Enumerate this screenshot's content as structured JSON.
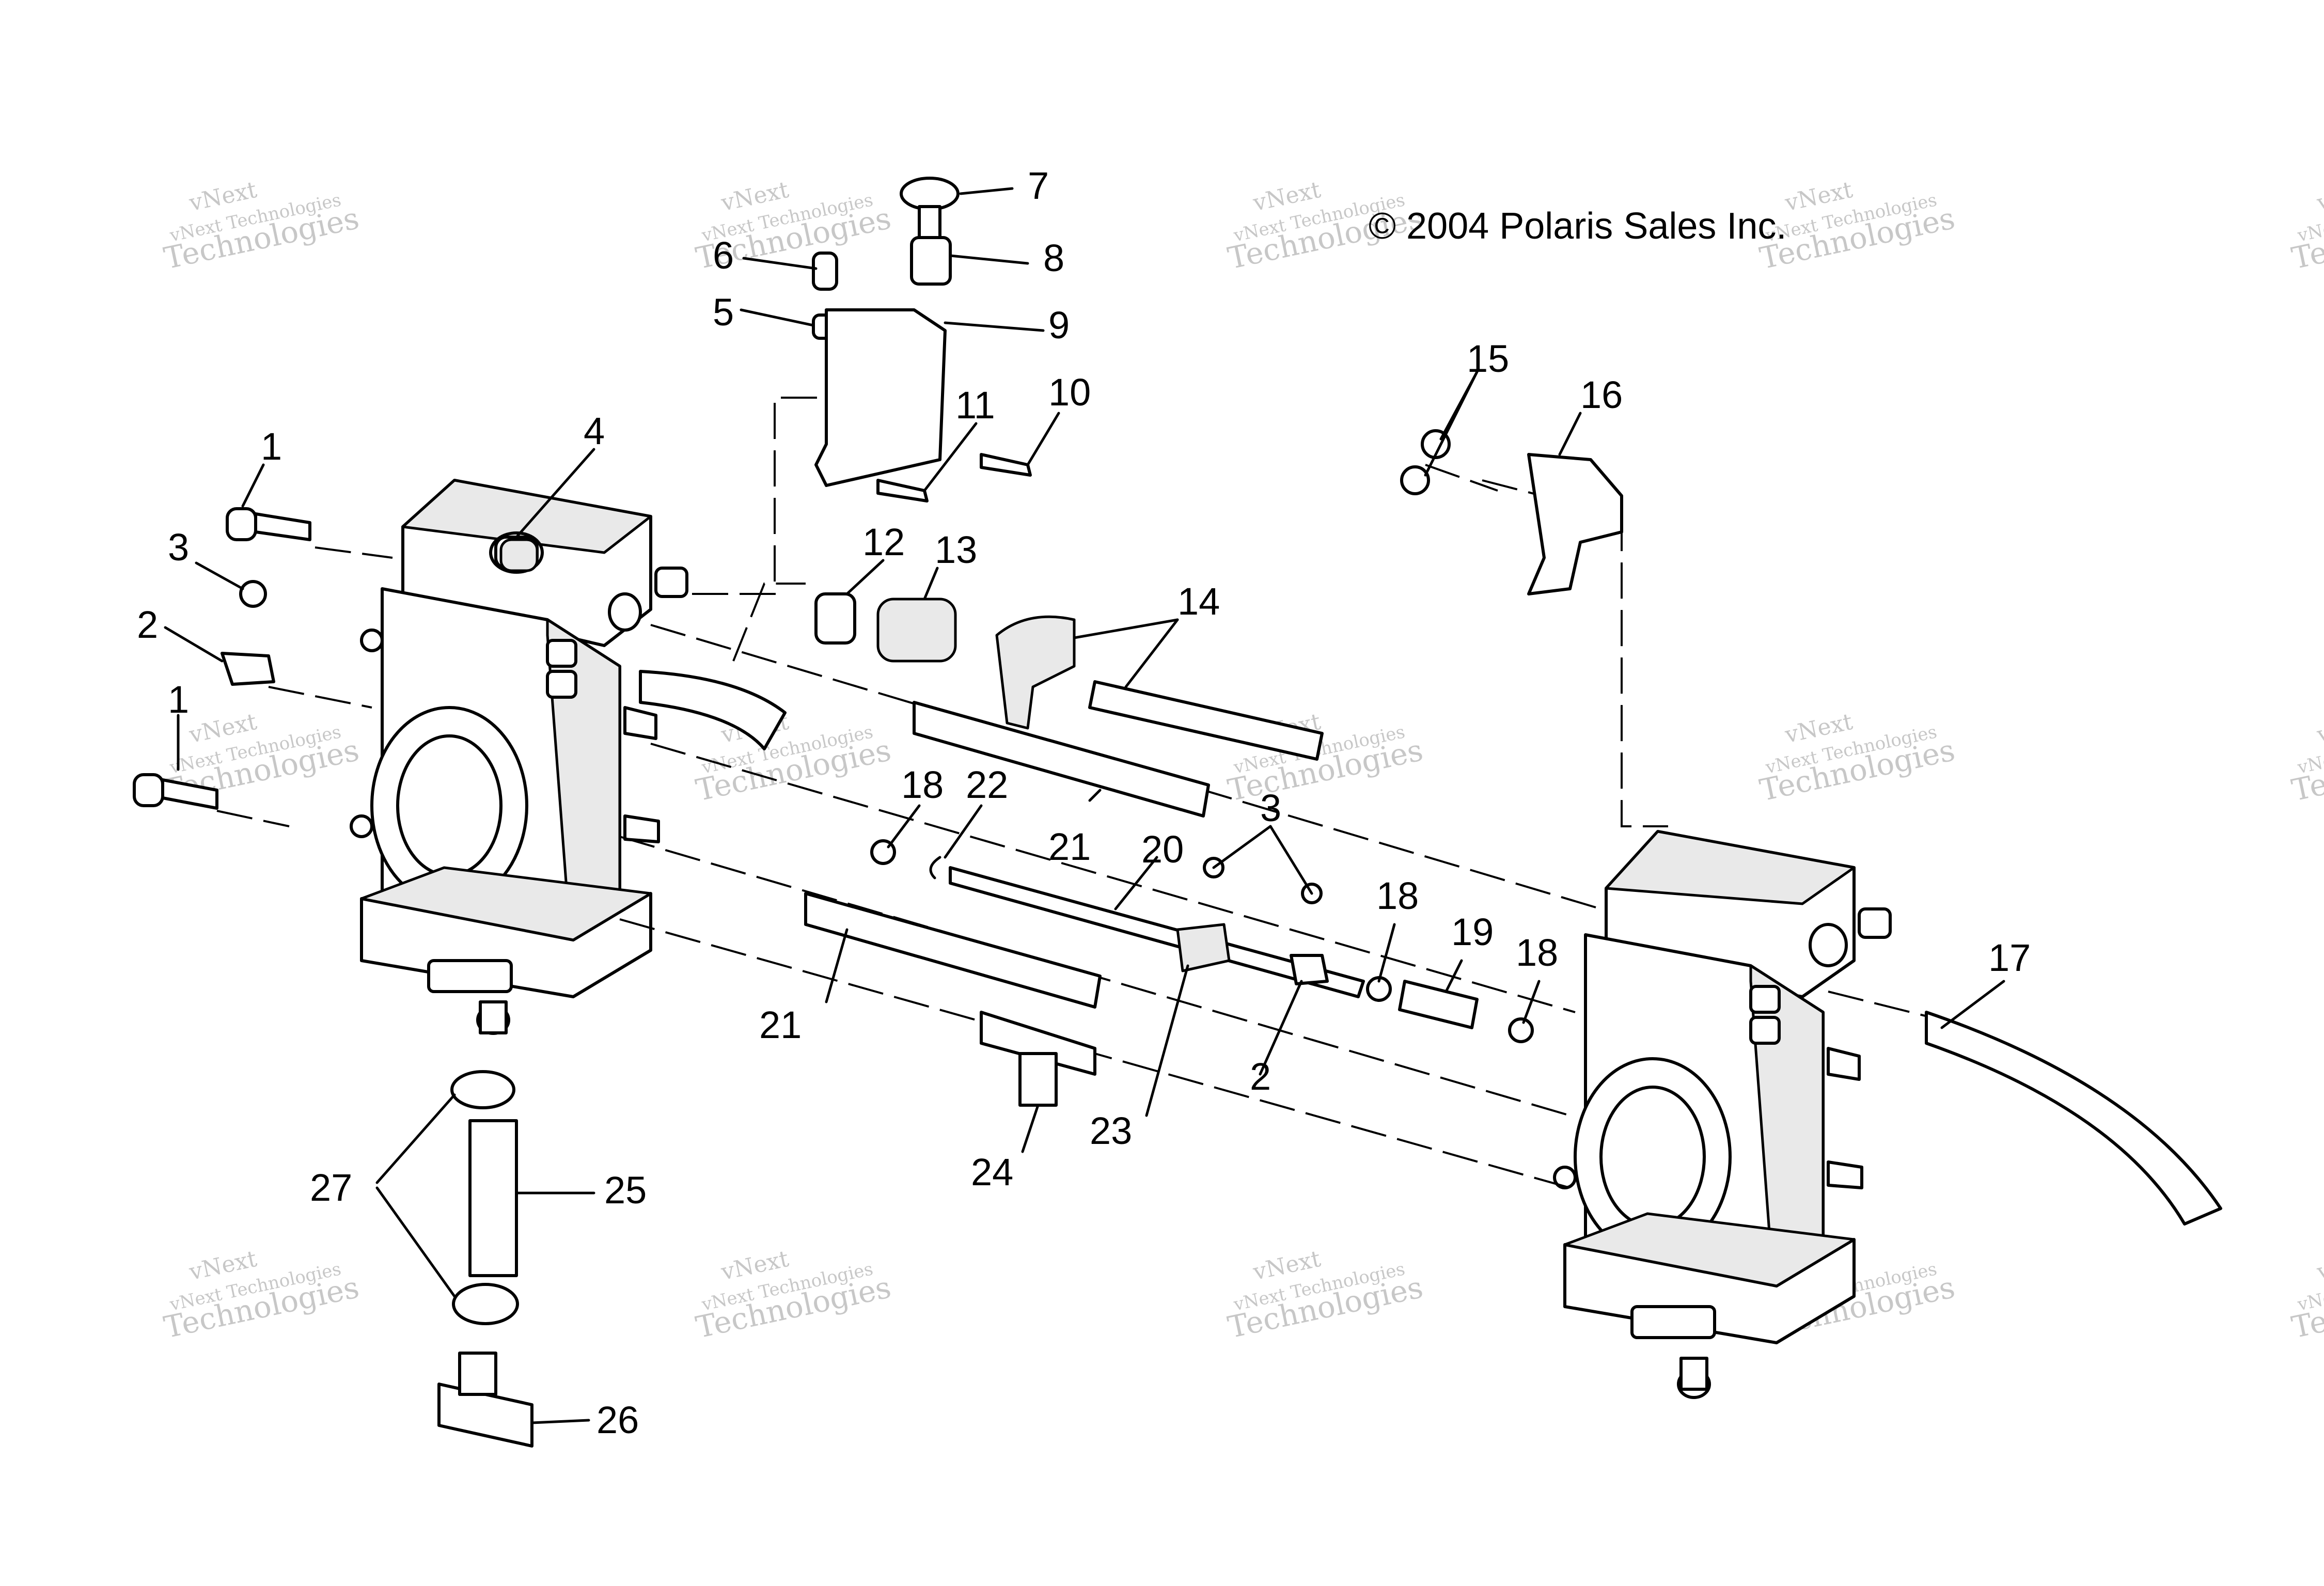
{
  "copyright": "© 2004 Polaris Sales Inc.",
  "watermark": {
    "line1": "vNext",
    "line2": "vNext Technologies",
    "line3": "Technologies",
    "color": "#9a9a9a"
  },
  "callouts": [
    {
      "id": "c1a",
      "label": "1"
    },
    {
      "id": "c1b",
      "label": "1"
    },
    {
      "id": "c2a",
      "label": "2"
    },
    {
      "id": "c2b",
      "label": "2"
    },
    {
      "id": "c3a",
      "label": "3"
    },
    {
      "id": "c3b",
      "label": "3"
    },
    {
      "id": "c4",
      "label": "4"
    },
    {
      "id": "c5",
      "label": "5"
    },
    {
      "id": "c6",
      "label": "6"
    },
    {
      "id": "c7",
      "label": "7"
    },
    {
      "id": "c8",
      "label": "8"
    },
    {
      "id": "c9",
      "label": "9"
    },
    {
      "id": "c10",
      "label": "10"
    },
    {
      "id": "c11",
      "label": "11"
    },
    {
      "id": "c12",
      "label": "12"
    },
    {
      "id": "c13",
      "label": "13"
    },
    {
      "id": "c14",
      "label": "14"
    },
    {
      "id": "c15",
      "label": "15"
    },
    {
      "id": "c16",
      "label": "16"
    },
    {
      "id": "c17",
      "label": "17"
    },
    {
      "id": "c18a",
      "label": "18"
    },
    {
      "id": "c18b",
      "label": "18"
    },
    {
      "id": "c18c",
      "label": "18"
    },
    {
      "id": "c19",
      "label": "19"
    },
    {
      "id": "c20",
      "label": "20"
    },
    {
      "id": "c21a",
      "label": "21"
    },
    {
      "id": "c21b",
      "label": "21"
    },
    {
      "id": "c22",
      "label": "22"
    },
    {
      "id": "c23",
      "label": "23"
    },
    {
      "id": "c24",
      "label": "24"
    },
    {
      "id": "c25",
      "label": "25"
    },
    {
      "id": "c26",
      "label": "26"
    },
    {
      "id": "c27",
      "label": "27"
    }
  ]
}
